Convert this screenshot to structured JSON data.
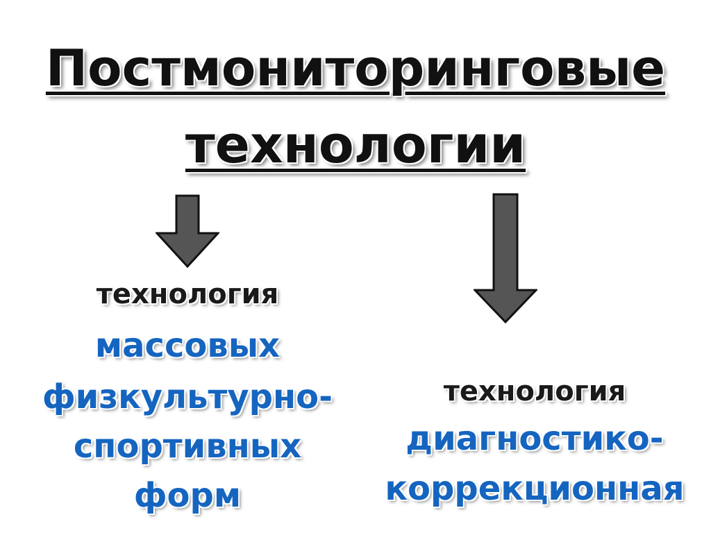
{
  "title": {
    "line1": "Постмониторинговые",
    "line2": "технологии"
  },
  "left": {
    "label": "технология",
    "lines": [
      "массовых",
      "физкультурно-",
      "спортивных",
      "форм"
    ]
  },
  "right": {
    "label": "технология",
    "lines": [
      "диагностико-",
      "коррекционная"
    ]
  },
  "colors": {
    "title": "#111111",
    "accent": "#1565c0",
    "arrow_fill": "#555555",
    "arrow_stroke": "#111111"
  }
}
